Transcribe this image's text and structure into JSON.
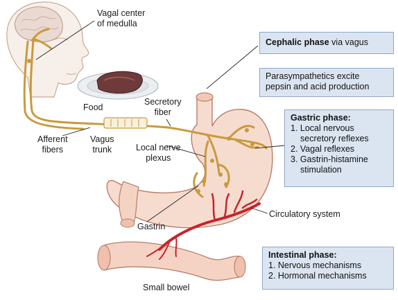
{
  "labels": {
    "vagal_center_line1": "Vagal center",
    "vagal_center_line2": "of medulla",
    "food": "Food",
    "secretory_fiber_line1": "Secretory",
    "secretory_fiber_line2": "fiber",
    "afferent_line1": "Afferent",
    "afferent_line2": "fibers",
    "vagus_line1": "Vagus",
    "vagus_line2": "trunk",
    "local_nerve_line1": "Local nerve",
    "local_nerve_line2": "plexus",
    "gastrin": "Gastrin",
    "circulatory": "Circulatory system",
    "small_bowel": "Small bowel"
  },
  "boxes": {
    "cephalic": {
      "bold": "Cephalic phase",
      "rest": " via vagus"
    },
    "parasympathetic": {
      "line1": "Parasympathetics excite",
      "line2": "pepsin and acid production"
    },
    "gastric": {
      "title": "Gastric phase:",
      "items": [
        "1. Local nervous secretory reflexes",
        "2. Vagal reflexes",
        "3. Gastrin-histamine stimulation"
      ]
    },
    "intestinal": {
      "title": "Intestinal phase:",
      "items": [
        "1. Nervous mechanisms",
        "2. Hormonal mechanisms"
      ]
    }
  },
  "colors": {
    "nerve": "#c89a3c",
    "stomach": "#f6dccf",
    "stomach_outline": "#b77d6a",
    "vessel": "#c8232c",
    "box_fill": "#dbe5f1",
    "box_border": "#8fa6c4"
  }
}
